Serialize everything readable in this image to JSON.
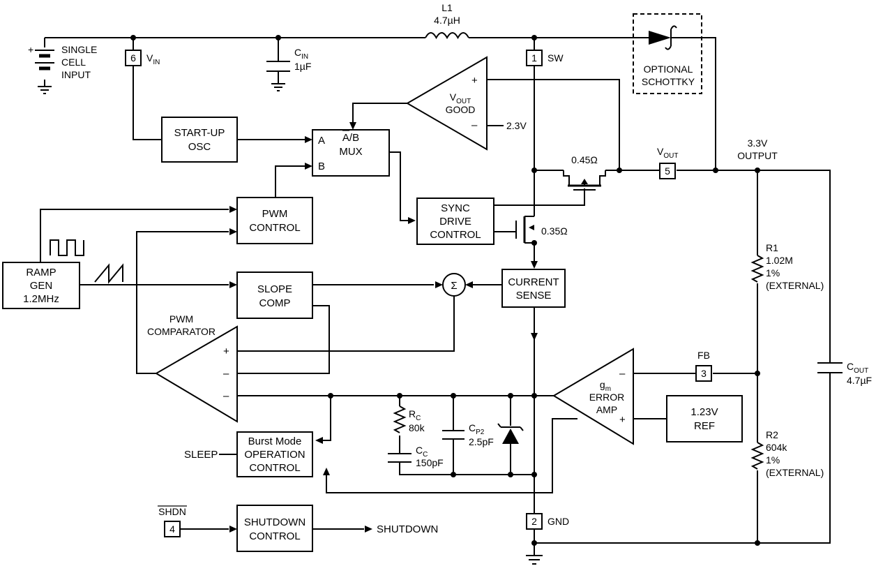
{
  "source": {
    "label_lines": [
      "SINGLE",
      "CELL",
      "INPUT"
    ]
  },
  "pins": {
    "vin": {
      "number": "6",
      "label": "V",
      "sub": "IN"
    },
    "sw": {
      "number": "1",
      "label": "SW"
    },
    "vout": {
      "number": "5",
      "label": "V",
      "sub": "OUT"
    },
    "fb": {
      "number": "3",
      "label": "FB"
    },
    "gnd": {
      "number": "2",
      "label": "GND"
    },
    "shdn": {
      "number": "4",
      "label": "SHDN"
    }
  },
  "inductor": {
    "name": "L1",
    "value": "4.7µH"
  },
  "cin": {
    "name": "C",
    "sub": "IN",
    "value": "1µF"
  },
  "schottky": {
    "lines": [
      "OPTIONAL",
      "SCHOTTKY"
    ]
  },
  "output": {
    "lines": [
      "3.3V",
      "OUTPUT"
    ]
  },
  "r1": {
    "name": "R1",
    "value": "1.02M",
    "tol": "1%",
    "note": "(EXTERNAL)"
  },
  "r2": {
    "name": "R2",
    "value": "604k",
    "tol": "1%",
    "note": "(EXTERNAL)"
  },
  "cout": {
    "name": "C",
    "sub": "OUT",
    "value": "4.7µF"
  },
  "rc": {
    "name": "R",
    "sub": "C",
    "value": "80k"
  },
  "cc": {
    "name": "C",
    "sub": "C",
    "value": "150pF"
  },
  "cp2": {
    "name": "C",
    "sub": "P2",
    "value": "2.5pF"
  },
  "pmos": {
    "value": "0.45Ω"
  },
  "nmos": {
    "value": "0.35Ω"
  },
  "blocks": {
    "startup_osc": [
      "START-UP",
      "OSC"
    ],
    "mux": {
      "a": "A",
      "b": "B",
      "sel": "A",
      "sel_rest": "/B",
      "name": "MUX"
    },
    "vout_good": {
      "lines_top": "V",
      "lines_top_sub": "OUT",
      "line2": "GOOD",
      "plus": "+",
      "minus": "–",
      "ref": "2.3V"
    },
    "pwm_control": [
      "PWM",
      "CONTROL"
    ],
    "sync_drive": [
      "SYNC",
      "DRIVE",
      "CONTROL"
    ],
    "ramp_gen": [
      "RAMP",
      "GEN",
      "1.2MHz"
    ],
    "slope_comp": [
      "SLOPE",
      "COMP"
    ],
    "current_sense": [
      "CURRENT",
      "SENSE"
    ],
    "summer": "Σ",
    "pwm_comparator": {
      "lines": [
        "PWM",
        "COMPARATOR"
      ],
      "plus": "+",
      "minus1": "–",
      "minus2": "–"
    },
    "error_amp": {
      "gm": "g",
      "gm_sub": "m",
      "lines": [
        "ERROR",
        "AMP"
      ],
      "minus": "–",
      "plus": "+"
    },
    "ref": [
      "1.23V",
      "REF"
    ],
    "burst_mode": [
      "Burst Mode",
      "OPERATION",
      "CONTROL"
    ],
    "shutdown_control": [
      "SHUTDOWN",
      "CONTROL"
    ]
  },
  "signals": {
    "sleep": "SLEEP",
    "shutdown": "SHUTDOWN"
  }
}
